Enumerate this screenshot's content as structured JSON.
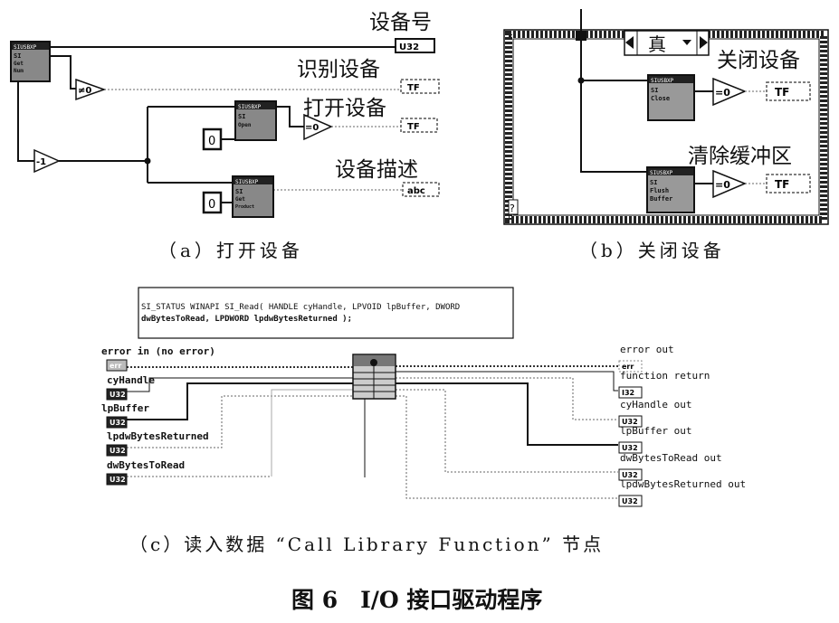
{
  "panel_a": {
    "caption": "（a）打开设备",
    "labels": {
      "device_number": "设备号",
      "identify_device": "识别设备",
      "open_device": "打开设备",
      "device_description": "设备描述"
    },
    "blocks": [
      {
        "head": "SIUSBXP",
        "name1": "SI",
        "name2": "Get",
        "name3": "Num"
      },
      {
        "head": "SIUSBXP",
        "name1": "SI",
        "name2": "Open"
      },
      {
        "head": "SIUSBXP",
        "name1": "SI",
        "name2": "Get",
        "name3": "Product"
      }
    ],
    "compare_label": "≠0",
    "compare_label2": "=0",
    "decrement_label": "-1",
    "constants": [
      "0",
      "0"
    ],
    "indicators": [
      "U32",
      "TF",
      "TF",
      "abc"
    ]
  },
  "panel_b": {
    "caption": "（b）关闭设备",
    "case_selector": "真",
    "labels": {
      "close_device": "关闭设备",
      "clear_buffer": "清除缓冲区"
    },
    "blocks": [
      {
        "head": "SIUSBXP",
        "name1": "SI",
        "name2": "Close"
      },
      {
        "head": "SIUSBXP",
        "name1": "SI",
        "name2": "Flush",
        "name3": "Buffer"
      }
    ],
    "compare_label": "=0",
    "indicators": [
      "TF",
      "TF"
    ],
    "tunnel_label": "?"
  },
  "panel_c": {
    "caption": "（c）读入数据 “Call Library Function” 节点",
    "prototype_line1": "SI_STATUS WINAPI SI_Read( HANDLE cyHandle, LPVOID lpBuffer, DWORD",
    "prototype_line2": "dwBytesToRead, LPDWORD lpdwBytesReturned );",
    "inputs": [
      {
        "label": "error in (no error)",
        "type": "err"
      },
      {
        "label": "cyHandle",
        "type": "U32"
      },
      {
        "label": "lpBuffer",
        "type": "U32"
      },
      {
        "label": "lpdwBytesReturned",
        "type": "U32"
      },
      {
        "label": "dwBytesToRead",
        "type": "U32"
      }
    ],
    "outputs": [
      {
        "label": "error out",
        "type": "err"
      },
      {
        "label": "function return",
        "type": "I32"
      },
      {
        "label": "cyHandle out",
        "type": "U32"
      },
      {
        "label": "lpBuffer out",
        "type": "U32"
      },
      {
        "label": "dwBytesToRead out",
        "type": "U32"
      },
      {
        "label": "lpdwBytesReturned out",
        "type": "U32"
      }
    ]
  },
  "figure_title": "图 6　I/O 接口驱动程序"
}
